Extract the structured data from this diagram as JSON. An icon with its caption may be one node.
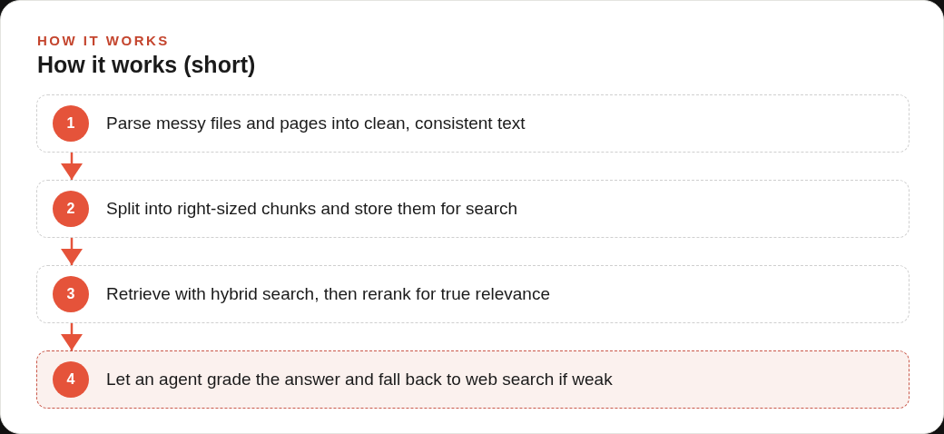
{
  "diagram": {
    "title": "How it works (short)",
    "labels": [
      "HOW IT WORKS"
    ],
    "nodes": [
      {
        "text": [
          "Parse messy files and pages into clean, consistent text"
        ]
      },
      {
        "text": [
          "1"
        ],
        "in": 0
      },
      {
        "text": [
          "Split into right-sized chunks and store them for search"
        ]
      },
      {
        "text": [
          "2"
        ],
        "in": 2
      },
      {
        "text": [
          "Retrieve with hybrid search, then rerank for true relevance"
        ]
      },
      {
        "text": [
          "3"
        ],
        "in": 4
      },
      {
        "text": [
          "Let an agent grade the answer and fall back to web search if weak"
        ]
      },
      {
        "text": [
          "4"
        ],
        "in": 6
      }
    ],
    "edges": [
      {
        "from": 0,
        "to": 2,
        "arrow": "to"
      },
      {
        "from": 2,
        "to": 4,
        "arrow": "to"
      },
      {
        "from": 4,
        "to": 6,
        "arrow": "to"
      }
    ]
  }
}
